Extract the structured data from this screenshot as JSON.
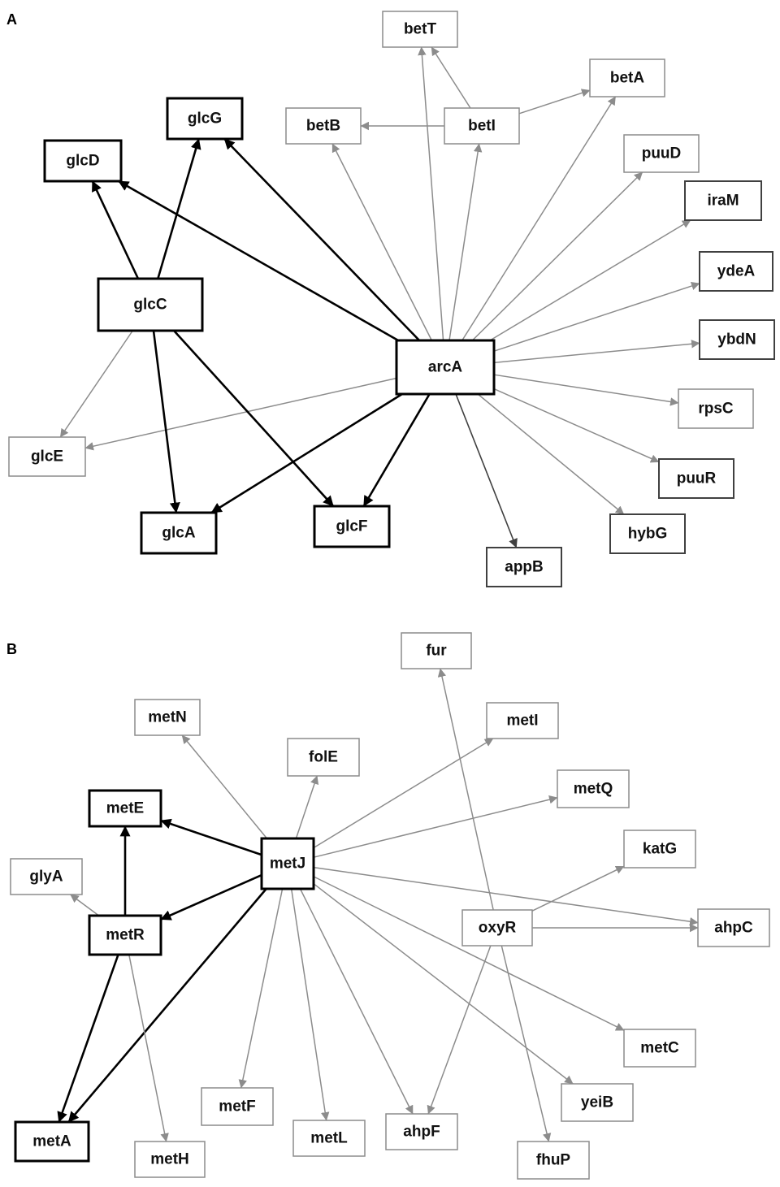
{
  "panels": [
    {
      "id": "A",
      "label": "A",
      "nodes": [
        {
          "id": "betT",
          "label": "betT",
          "style": "gray"
        },
        {
          "id": "betA",
          "label": "betA",
          "style": "gray"
        },
        {
          "id": "betB",
          "label": "betB",
          "style": "gray"
        },
        {
          "id": "betI",
          "label": "betI",
          "style": "gray"
        },
        {
          "id": "glcG",
          "label": "glcG",
          "style": "bold"
        },
        {
          "id": "glcD",
          "label": "glcD",
          "style": "bold"
        },
        {
          "id": "puuD",
          "label": "puuD",
          "style": "gray"
        },
        {
          "id": "iraM",
          "label": "iraM",
          "style": "dark"
        },
        {
          "id": "ydeA",
          "label": "ydeA",
          "style": "dark"
        },
        {
          "id": "glcC",
          "label": "glcC",
          "style": "bold"
        },
        {
          "id": "ybdN",
          "label": "ybdN",
          "style": "dark"
        },
        {
          "id": "arcA",
          "label": "arcA",
          "style": "bold"
        },
        {
          "id": "rpsC",
          "label": "rpsC",
          "style": "gray"
        },
        {
          "id": "glcE",
          "label": "glcE",
          "style": "gray"
        },
        {
          "id": "puuR",
          "label": "puuR",
          "style": "dark"
        },
        {
          "id": "glcA",
          "label": "glcA",
          "style": "bold"
        },
        {
          "id": "glcF",
          "label": "glcF",
          "style": "bold"
        },
        {
          "id": "hybG",
          "label": "hybG",
          "style": "dark"
        },
        {
          "id": "appB",
          "label": "appB",
          "style": "dark"
        }
      ],
      "edges": [
        {
          "from": "betI",
          "to": "betT",
          "style": "gray"
        },
        {
          "from": "betI",
          "to": "betB",
          "style": "gray"
        },
        {
          "from": "betI",
          "to": "betA",
          "style": "gray"
        },
        {
          "from": "arcA",
          "to": "betT",
          "style": "gray"
        },
        {
          "from": "arcA",
          "to": "betI",
          "style": "gray"
        },
        {
          "from": "arcA",
          "to": "betB",
          "style": "gray"
        },
        {
          "from": "arcA",
          "to": "betA",
          "style": "gray"
        },
        {
          "from": "arcA",
          "to": "puuD",
          "style": "gray"
        },
        {
          "from": "arcA",
          "to": "iraM",
          "style": "gray"
        },
        {
          "from": "arcA",
          "to": "ydeA",
          "style": "gray"
        },
        {
          "from": "arcA",
          "to": "ybdN",
          "style": "gray"
        },
        {
          "from": "arcA",
          "to": "rpsC",
          "style": "gray"
        },
        {
          "from": "arcA",
          "to": "puuR",
          "style": "gray"
        },
        {
          "from": "arcA",
          "to": "hybG",
          "style": "gray"
        },
        {
          "from": "arcA",
          "to": "appB",
          "style": "dark"
        },
        {
          "from": "arcA",
          "to": "glcE",
          "style": "gray"
        },
        {
          "from": "arcA",
          "to": "glcG",
          "style": "bold"
        },
        {
          "from": "arcA",
          "to": "glcD",
          "style": "bold"
        },
        {
          "from": "arcA",
          "to": "glcA",
          "style": "bold"
        },
        {
          "from": "arcA",
          "to": "glcF",
          "style": "bold"
        },
        {
          "from": "glcC",
          "to": "glcD",
          "style": "bold"
        },
        {
          "from": "glcC",
          "to": "glcG",
          "style": "bold"
        },
        {
          "from": "glcC",
          "to": "glcA",
          "style": "bold"
        },
        {
          "from": "glcC",
          "to": "glcF",
          "style": "bold"
        },
        {
          "from": "glcC",
          "to": "glcE",
          "style": "gray"
        }
      ]
    },
    {
      "id": "B",
      "label": "B",
      "nodes": [
        {
          "id": "fur",
          "label": "fur",
          "style": "gray"
        },
        {
          "id": "metN",
          "label": "metN",
          "style": "gray"
        },
        {
          "id": "metI",
          "label": "metI",
          "style": "gray"
        },
        {
          "id": "folE",
          "label": "folE",
          "style": "gray"
        },
        {
          "id": "metE",
          "label": "metE",
          "style": "bold"
        },
        {
          "id": "metQ",
          "label": "metQ",
          "style": "gray"
        },
        {
          "id": "metJ",
          "label": "metJ",
          "style": "bold"
        },
        {
          "id": "katG",
          "label": "katG",
          "style": "gray"
        },
        {
          "id": "glyA",
          "label": "glyA",
          "style": "gray"
        },
        {
          "id": "metR",
          "label": "metR",
          "style": "bold"
        },
        {
          "id": "oxyR",
          "label": "oxyR",
          "style": "gray"
        },
        {
          "id": "ahpC",
          "label": "ahpC",
          "style": "gray"
        },
        {
          "id": "metC",
          "label": "metC",
          "style": "gray"
        },
        {
          "id": "yeiB",
          "label": "yeiB",
          "style": "gray"
        },
        {
          "id": "metF",
          "label": "metF",
          "style": "gray"
        },
        {
          "id": "metL",
          "label": "metL",
          "style": "gray"
        },
        {
          "id": "ahpF",
          "label": "ahpF",
          "style": "gray"
        },
        {
          "id": "fhuP",
          "label": "fhuP",
          "style": "gray"
        },
        {
          "id": "metA",
          "label": "metA",
          "style": "bold"
        },
        {
          "id": "metH",
          "label": "metH",
          "style": "gray"
        }
      ],
      "edges": [
        {
          "from": "metJ",
          "to": "metN",
          "style": "gray"
        },
        {
          "from": "metJ",
          "to": "folE",
          "style": "gray"
        },
        {
          "from": "metJ",
          "to": "metI",
          "style": "gray"
        },
        {
          "from": "metJ",
          "to": "metQ",
          "style": "gray"
        },
        {
          "from": "metJ",
          "to": "ahpC",
          "style": "gray"
        },
        {
          "from": "metJ",
          "to": "metC",
          "style": "gray"
        },
        {
          "from": "metJ",
          "to": "yeiB",
          "style": "gray"
        },
        {
          "from": "metJ",
          "to": "ahpF",
          "style": "gray"
        },
        {
          "from": "metJ",
          "to": "metL",
          "style": "gray"
        },
        {
          "from": "metJ",
          "to": "metF",
          "style": "gray"
        },
        {
          "from": "metJ",
          "to": "metE",
          "style": "bold"
        },
        {
          "from": "metJ",
          "to": "metR",
          "style": "bold"
        },
        {
          "from": "metJ",
          "to": "metA",
          "style": "bold"
        },
        {
          "from": "metR",
          "to": "metE",
          "style": "bold"
        },
        {
          "from": "metR",
          "to": "metA",
          "style": "bold"
        },
        {
          "from": "metR",
          "to": "glyA",
          "style": "gray"
        },
        {
          "from": "metR",
          "to": "metH",
          "style": "gray"
        },
        {
          "from": "oxyR",
          "to": "fur",
          "style": "gray"
        },
        {
          "from": "oxyR",
          "to": "katG",
          "style": "gray"
        },
        {
          "from": "oxyR",
          "to": "ahpC",
          "style": "gray"
        },
        {
          "from": "oxyR",
          "to": "ahpF",
          "style": "gray"
        },
        {
          "from": "oxyR",
          "to": "fhuP",
          "style": "gray"
        }
      ]
    }
  ],
  "colors": {
    "bold": "#000000",
    "dark": "#404040",
    "gray": "#8c8c8c",
    "background": "#ffffff"
  }
}
